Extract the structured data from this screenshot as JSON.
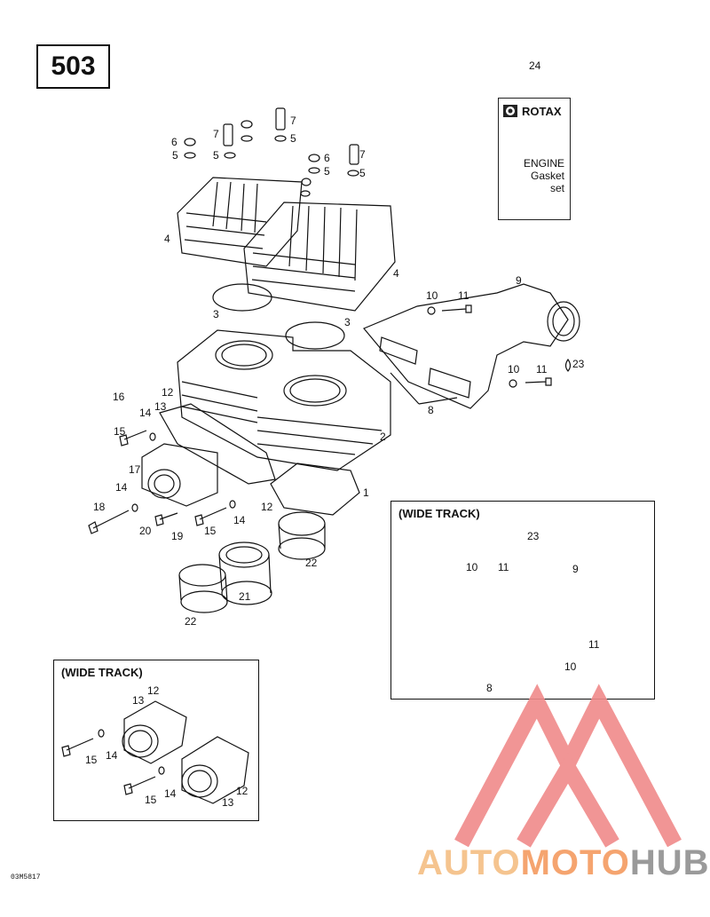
{
  "page": {
    "model_number": "503",
    "card_number": "24",
    "part_code": "03M5817"
  },
  "gasket_card": {
    "brand": "ROTAX",
    "line1": "ENGINE",
    "line2": "Gasket",
    "line3": "set"
  },
  "insets": {
    "wide_track_exhaust_title": "(WIDE TRACK)",
    "wide_track_intake_title": "(WIDE TRACK)"
  },
  "watermark": {
    "part1": "AUTO",
    "part2": "MOTO",
    "part3": "HUB",
    "color_auto": "#f5c48f",
    "color_moto": "#f5a46f",
    "color_hub": "#9a9a9a",
    "logo_color": "#f08a8a"
  },
  "callouts": {
    "main": [
      {
        "id": "c1",
        "text": "6"
      },
      {
        "id": "c2",
        "text": "5"
      },
      {
        "id": "c3",
        "text": "7"
      },
      {
        "id": "c4",
        "text": "5"
      },
      {
        "id": "c5",
        "text": "7"
      },
      {
        "id": "c6",
        "text": "5"
      },
      {
        "id": "c7",
        "text": "6"
      },
      {
        "id": "c8",
        "text": "5"
      },
      {
        "id": "c9",
        "text": "7"
      },
      {
        "id": "c10",
        "text": "5"
      },
      {
        "id": "c11",
        "text": "4"
      },
      {
        "id": "c12",
        "text": "4"
      },
      {
        "id": "c13",
        "text": "3"
      },
      {
        "id": "c14",
        "text": "3"
      },
      {
        "id": "c15",
        "text": "10"
      },
      {
        "id": "c16",
        "text": "11"
      },
      {
        "id": "c17",
        "text": "9"
      },
      {
        "id": "c18",
        "text": "23"
      },
      {
        "id": "c19",
        "text": "10"
      },
      {
        "id": "c20",
        "text": "11"
      },
      {
        "id": "c21",
        "text": "8"
      },
      {
        "id": "c22",
        "text": "2"
      },
      {
        "id": "c23",
        "text": "1"
      },
      {
        "id": "c24",
        "text": "16"
      },
      {
        "id": "c25",
        "text": "12"
      },
      {
        "id": "c26",
        "text": "14"
      },
      {
        "id": "c27",
        "text": "13"
      },
      {
        "id": "c28",
        "text": "15"
      },
      {
        "id": "c29",
        "text": "17"
      },
      {
        "id": "c30",
        "text": "14"
      },
      {
        "id": "c31",
        "text": "18"
      },
      {
        "id": "c32",
        "text": "20"
      },
      {
        "id": "c33",
        "text": "19"
      },
      {
        "id": "c34",
        "text": "15"
      },
      {
        "id": "c35",
        "text": "14"
      },
      {
        "id": "c36",
        "text": "12"
      },
      {
        "id": "c37",
        "text": "22"
      },
      {
        "id": "c38",
        "text": "21"
      },
      {
        "id": "c39",
        "text": "22"
      }
    ],
    "exhaust_inset": [
      {
        "id": "e1",
        "text": "23"
      },
      {
        "id": "e2",
        "text": "10"
      },
      {
        "id": "e3",
        "text": "11"
      },
      {
        "id": "e4",
        "text": "9"
      },
      {
        "id": "e5",
        "text": "11"
      },
      {
        "id": "e6",
        "text": "10"
      },
      {
        "id": "e7",
        "text": "8"
      }
    ],
    "intake_inset": [
      {
        "id": "i1",
        "text": "13"
      },
      {
        "id": "i2",
        "text": "12"
      },
      {
        "id": "i3",
        "text": "15"
      },
      {
        "id": "i4",
        "text": "14"
      },
      {
        "id": "i5",
        "text": "15"
      },
      {
        "id": "i6",
        "text": "14"
      },
      {
        "id": "i7",
        "text": "12"
      },
      {
        "id": "i8",
        "text": "13"
      }
    ]
  }
}
